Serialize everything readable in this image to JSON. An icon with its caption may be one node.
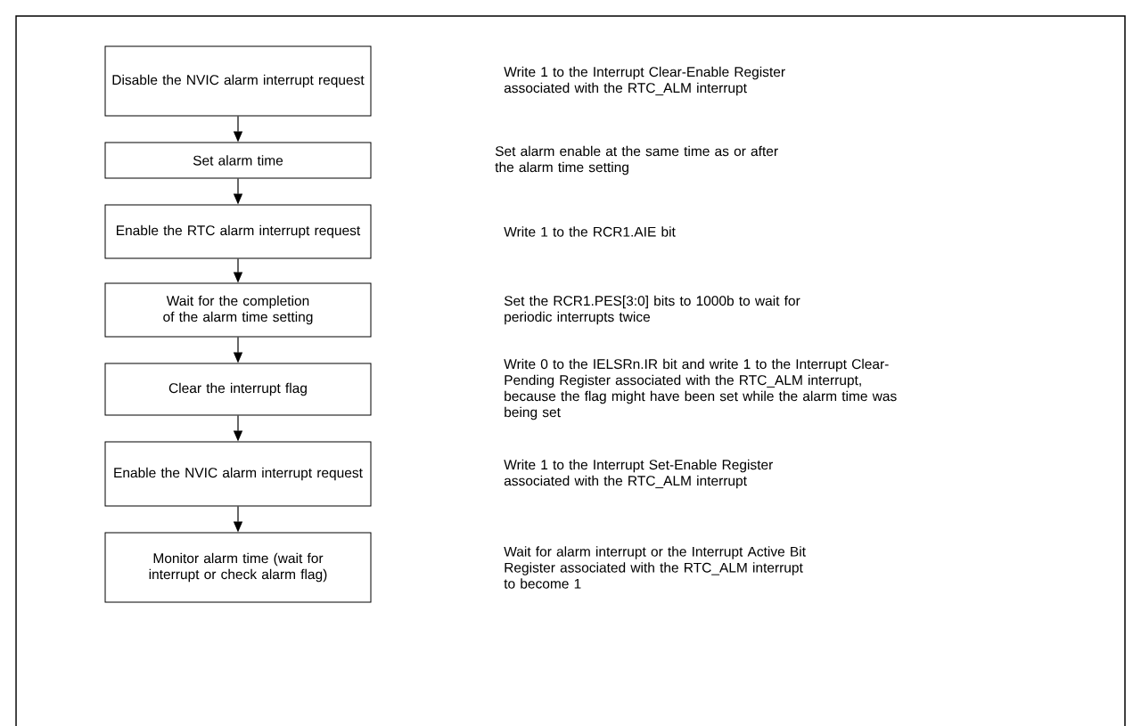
{
  "diagram": {
    "nodes": [
      {
        "text": [
          "Disable the NVIC alarm interrupt request"
        ]
      },
      {
        "text": [
          "Set alarm time"
        ]
      },
      {
        "text": [
          "Enable the RTC alarm interrupt request"
        ]
      },
      {
        "text": [
          "Wait for the completion of the alarm time setting"
        ]
      },
      {
        "text": [
          "Clear the interrupt flag"
        ]
      },
      {
        "text": [
          "Enable the NVIC alarm interrupt request"
        ]
      },
      {
        "text": [
          "Monitor alarm time (wait for interrupt or check alarm flag)"
        ]
      }
    ],
    "edges": [
      {
        "from": 0,
        "to": 1,
        "arrow": "to"
      },
      {
        "from": 1,
        "to": 2,
        "arrow": "to"
      },
      {
        "from": 2,
        "to": 3,
        "arrow": "to"
      },
      {
        "from": 3,
        "to": 4,
        "arrow": "to"
      },
      {
        "from": 4,
        "to": 5,
        "arrow": "to"
      },
      {
        "from": 5,
        "to": 6,
        "arrow": "to"
      }
    ],
    "labels": [
      "Write 1 to the Interrupt Clear-Enable Register associated with the RTC_ALM interrupt",
      "Set alarm enable at the same time as or after the alarm time setting",
      "Write 1 to the RCR1.AIE bit",
      "Set the RCR1.PES[3:0] bits to 1000b to wait for periodic interrupts twice",
      "Write 0 to the IELSRn.IR bit and write 1 to the Interrupt Clear-Pending Register associated with the RTC_ALM interrupt, because the flag might have been set while the alarm time was being set",
      "Write 1 to the Interrupt Set-Enable Register associated with the RTC_ALM interrupt",
      "Wait for alarm interrupt or the Interrupt Active Bit Register associated with the RTC_ALM interrupt to become 1"
    ]
  }
}
